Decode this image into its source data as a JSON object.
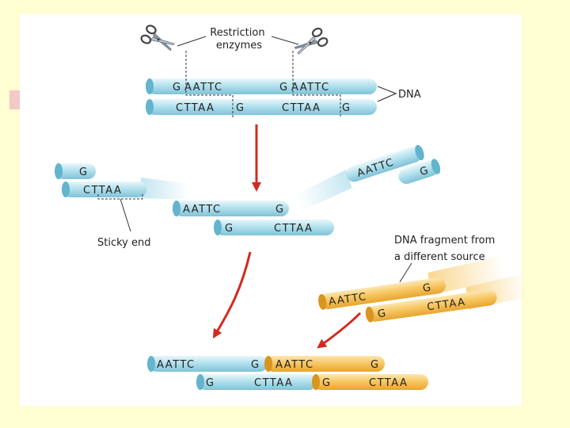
{
  "labels": {
    "restriction_enzymes": [
      "Restriction",
      "enzymes"
    ],
    "dna": "DNA",
    "sticky_end": "Sticky end",
    "fragment_source": [
      "DNA fragment from",
      "a different source"
    ]
  },
  "sequences": {
    "top_cut_left": "G",
    "top_site1": "AATTC",
    "top_cut_mid": "G",
    "top_site2": "AATTC",
    "bottom_site1": "CTTAA",
    "bottom_cut_mid": "G",
    "bottom_site2": "CTTAA",
    "bottom_cut_right": "G",
    "left_frag_top": "G",
    "left_frag_bottom": "CTTAA",
    "right_frag_top": "AATTC",
    "right_frag_bottom": "G",
    "mid_top_left": "AATTC",
    "mid_top_right": "G",
    "mid_bottom_left": "G",
    "mid_bottom_right": "CTTAA",
    "orange_top_left": "AATTC",
    "orange_top_right": "G",
    "orange_bottom_left": "G",
    "orange_bottom_right": "CTTAA",
    "final_blue_top_left": "AATTC",
    "final_blue_top_right": "G",
    "final_orange_top_left": "AATTC",
    "final_orange_top_right": "G",
    "final_blue_bottom_left": "G",
    "final_blue_bottom_right": "CTTAA",
    "final_orange_bottom_left": "G",
    "final_orange_bottom_right": "CTTAA"
  },
  "colors": {
    "page_background": "#fffdd2",
    "dna_blue": "#a9dcea",
    "dna_orange": "#f6c35a",
    "arrow_red": "#d42a1f"
  }
}
